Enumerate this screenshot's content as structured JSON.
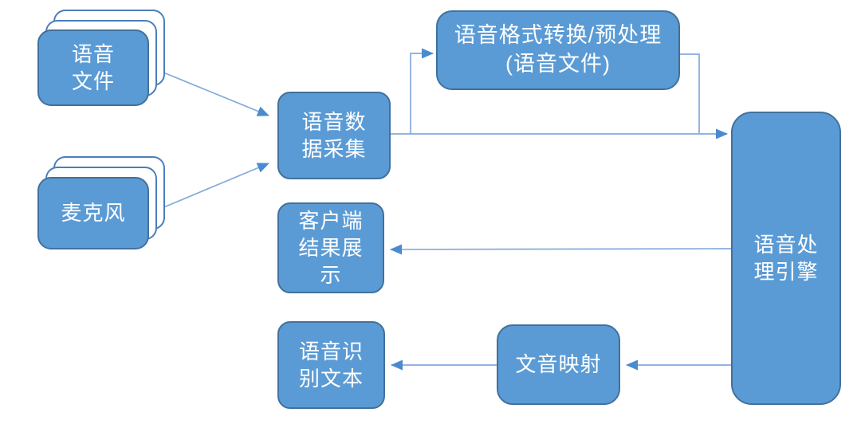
{
  "diagram": {
    "type": "flowchart",
    "background": "#ffffff",
    "colors": {
      "node_fill": "#5b9bd5",
      "node_border": "#41719c",
      "sheet_border": "#4a7ebb",
      "connector_line": "#84aadb",
      "arrowhead": "#4a8bd0",
      "text": "#ffffff"
    },
    "nodes": {
      "voice_file": {
        "label": "语音\n文件",
        "shape": "stacked-rounded-rect"
      },
      "microphone": {
        "label": "麦克风",
        "shape": "stacked-rounded-rect"
      },
      "data_collection": {
        "label": "语音数\n据采集",
        "shape": "rounded-rect"
      },
      "format_conversion": {
        "label": "语音格式转换/预处理\n(语音文件)",
        "shape": "rounded-rect"
      },
      "processing_engine": {
        "label": "语音处\n理引擎",
        "shape": "rounded-rect"
      },
      "client_display": {
        "label": "客户端\n结果展\n示",
        "shape": "rounded-rect"
      },
      "recognition_text": {
        "label": "语音识\n别文本",
        "shape": "rounded-rect"
      },
      "text_sound_mapping": {
        "label": "文音映射",
        "shape": "rounded-rect"
      }
    },
    "edges": [
      {
        "from": "voice_file",
        "to": "data_collection",
        "style": "straight",
        "arrow": true
      },
      {
        "from": "microphone",
        "to": "data_collection",
        "style": "straight",
        "arrow": true
      },
      {
        "from": "data_collection",
        "to": "format_conversion",
        "style": "elbow",
        "arrow": true
      },
      {
        "from": "data_collection",
        "to": "processing_engine",
        "style": "straight",
        "arrow": true
      },
      {
        "from": "format_conversion",
        "to": "processing_engine",
        "style": "elbow",
        "arrow": false
      },
      {
        "from": "processing_engine",
        "to": "client_display",
        "style": "straight",
        "arrow": true
      },
      {
        "from": "processing_engine",
        "to": "text_sound_mapping",
        "style": "straight",
        "arrow": true
      },
      {
        "from": "text_sound_mapping",
        "to": "recognition_text",
        "style": "straight",
        "arrow": true
      }
    ]
  }
}
